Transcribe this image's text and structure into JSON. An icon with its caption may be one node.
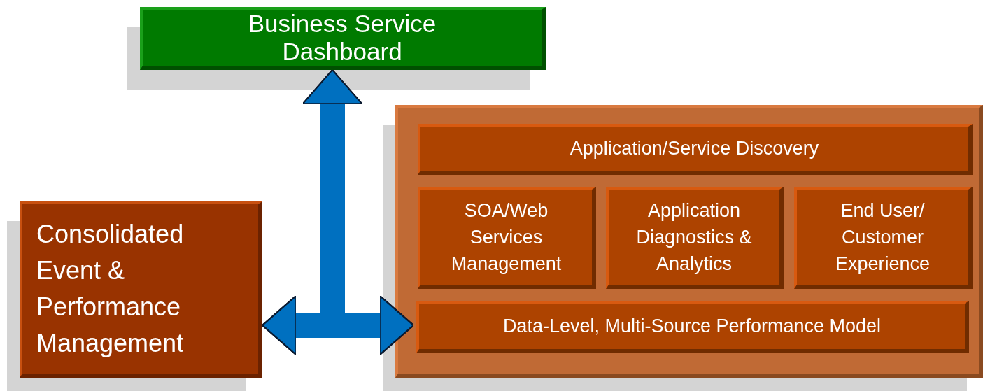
{
  "diagram": {
    "nodes": [
      {
        "text": [
          "Business Service Dashboard"
        ]
      },
      {
        "text": [
          "Consolidated Event & Performance Management"
        ]
      },
      {
        "text": [],
        "shape": "box"
      },
      {
        "text": [
          "Application/Service Discovery"
        ],
        "in": 2
      },
      {
        "text": [
          "SOA/Web Services Management"
        ],
        "in": 2
      },
      {
        "text": [
          "Application Diagnostics & Analytics"
        ],
        "in": 2
      },
      {
        "text": [
          "End User/ Customer Experience"
        ],
        "in": 2
      },
      {
        "text": [
          "Data-Level, Multi-Source Performance Model"
        ],
        "in": 2
      }
    ],
    "edges": [
      {
        "from": 1,
        "to": 0,
        "arrow": "both"
      },
      {
        "from": 1,
        "to": 7,
        "arrow": "both"
      },
      {
        "from": 0,
        "to": 7,
        "arrow": "both"
      }
    ]
  }
}
